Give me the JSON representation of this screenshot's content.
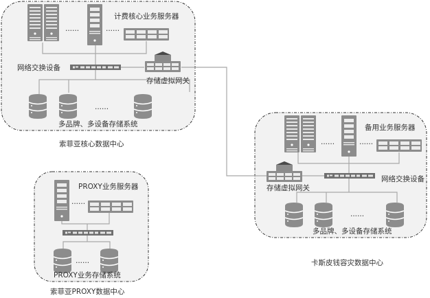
{
  "colors": {
    "device": "#8c8c8c",
    "device_dark": "#6f6f6f",
    "line": "#a8a8a8",
    "zone_fill": "#f2f2f2",
    "zone_border": "#333333",
    "text": "#333333"
  },
  "ellipsis": "······",
  "zones": {
    "core": {
      "caption": "索菲亚核心数据中心",
      "server_label": "计费核心业务服务器",
      "switch_label": "网络交换设备",
      "gateway_label": "存储虚拟网关",
      "storage_label": "多品牌、多设备存储系统"
    },
    "dr": {
      "caption": "卡斯皮钱容灾数据中心",
      "server_label": "备用业务服务器",
      "switch_label": "网络交换设备",
      "gateway_label": "存储虚拟网关",
      "storage_label": "多品牌、多设备存储系统"
    },
    "proxy": {
      "caption": "索菲亚PROXY数据中心",
      "server_label": "PROXY业务服务器",
      "storage_label": "PROXY业务存储系统"
    }
  }
}
